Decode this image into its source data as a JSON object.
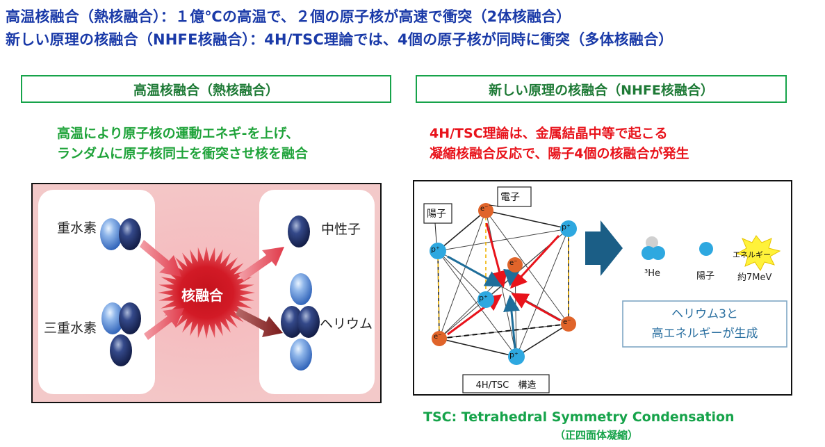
{
  "header": {
    "line1": "高温核融合（熱核融合）：１億℃の高温で、２個の原子核が高速で衝突（2体核融合）",
    "line2": "新しい原理の核融合（NHFE核融合）：4H/TSC理論では、4個の原子核が同時に衝突（多体核融合）"
  },
  "left": {
    "title": "高温核融合（熱核融合）",
    "desc_line1": "高温により原子核の運動エネギ-を上げ、",
    "desc_line2": "ランダムに原子核同士を衝突させ核を融合",
    "labels": {
      "deuterium": "重水素",
      "tritium": "三重水素",
      "fusion": "核融合",
      "neutron": "中性子",
      "helium": "ヘリウム"
    }
  },
  "right": {
    "title": "新しい原理の核融合（NHFE核融合）",
    "desc_line1": "4H/TSC理論は、金属結晶中等で起こる",
    "desc_line2": "凝縮核融合反応で、陽子4個の核融合が発生",
    "labels": {
      "electron_callout": "電子",
      "proton_callout": "陽子",
      "proton_symbol": "p⁺",
      "electron_symbol": "e⁻",
      "structure": "4H/TSC　構造",
      "he3": "³He",
      "proton": "陽子",
      "energy": "エネルギー",
      "energy_value": "約7MeV",
      "result_line1": "ヘリウム3と",
      "result_line2": "高エネルギーが生成"
    }
  },
  "footer": {
    "tsc": "TSC: Tetrahedral  Symmetry Condensation",
    "tsc_jp": "（正四面体凝縮）"
  },
  "colors": {
    "header_blue": "#1a3aa8",
    "green": "#1fa33a",
    "red": "#e8131b",
    "proton_blue": "#2ea8e0",
    "electron_orange": "#e0642a"
  }
}
